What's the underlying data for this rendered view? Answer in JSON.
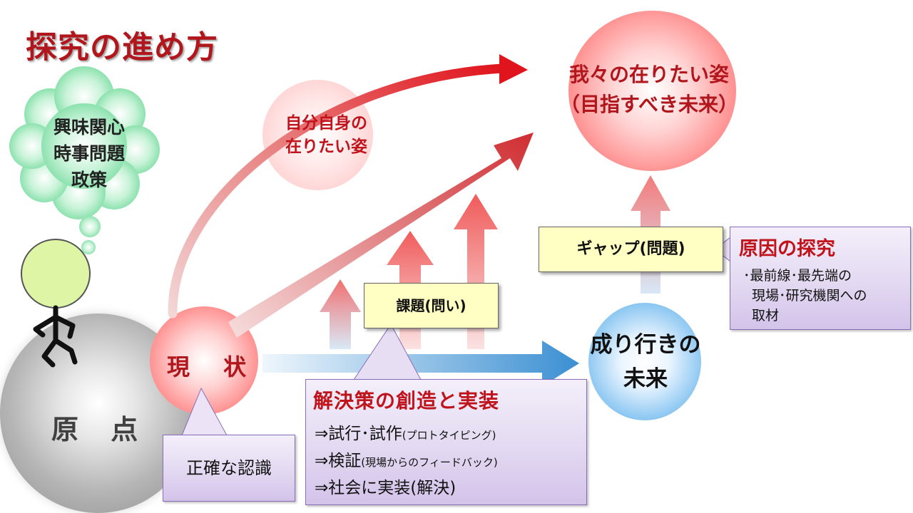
{
  "title": "探究の進め方",
  "cloud": {
    "lines": [
      "興味関心",
      "時事問題",
      "政策"
    ]
  },
  "origin": {
    "label": "原 点"
  },
  "current": {
    "label": "現 状"
  },
  "self_ideal": {
    "lines": [
      "自分自身の",
      "在りたい姿"
    ]
  },
  "ideal": {
    "lines": [
      "我々の在りたい姿",
      "（目指すべき未来）"
    ]
  },
  "future": {
    "lines": [
      "成り行きの",
      "未来"
    ]
  },
  "gap": {
    "label": "ギャップ(問題)"
  },
  "task": {
    "label": "課題(問い)"
  },
  "cause": {
    "title": "原因の探究",
    "lines": [
      "･最前線･最先端の",
      "現場･研究機関への",
      "取材"
    ]
  },
  "solution": {
    "title": "解決策の創造と実装",
    "items": [
      {
        "main": "⇒試行･試作",
        "note": "(プロトタイピング)"
      },
      {
        "main": "⇒検証",
        "note": "(現場からのフィードバック)"
      },
      {
        "main": "⇒社会に実装(解決)",
        "note": ""
      }
    ]
  },
  "recognition": {
    "label": "正確な認識"
  },
  "colors": {
    "title": "#b0161c",
    "accent_red": "#c0141c",
    "cloud_green": "#7fe0a4",
    "person_head": "#dff5a6",
    "future_blue": "#3d95dc",
    "callout_purple": "#d3c3ea",
    "box_yellow": "#ffffc4"
  }
}
